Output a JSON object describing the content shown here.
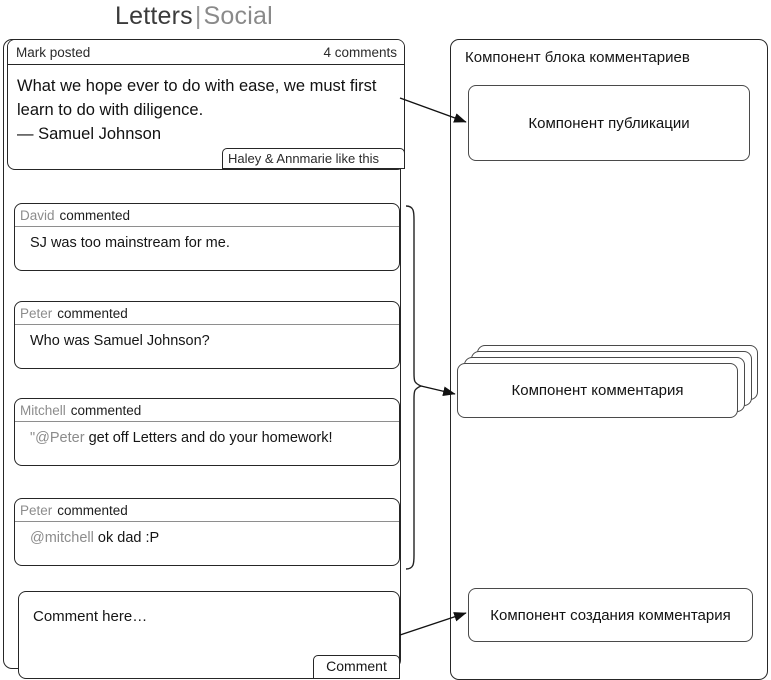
{
  "title": {
    "primary": "Letters",
    "separator": "|",
    "secondary": "Social"
  },
  "post": {
    "author": "Mark posted",
    "comment_count": "4 comments",
    "quote": "What we hope ever to do with ease, we must first learn to do with diligence.",
    "attribution": "— Samuel Johnson",
    "likes": "Haley & Annmarie like this"
  },
  "comments": [
    {
      "name": "David",
      "verb": "commented",
      "mention": "",
      "text": "SJ was too mainstream for me."
    },
    {
      "name": "Peter",
      "verb": "commented",
      "mention": "",
      "text": "Who was Samuel Johnson?"
    },
    {
      "name": "Mitchell",
      "verb": "commented",
      "mention": "\"@Peter",
      "text": "get off Letters and do your homework!"
    },
    {
      "name": "Peter",
      "verb": "commented",
      "mention": "@mitchell",
      "text": "ok dad :P"
    }
  ],
  "compose": {
    "placeholder": "Comment here…",
    "submit_label": "Comment"
  },
  "right_panel": {
    "title": "Компонент блока комментариев",
    "post_component": "Компонент публикации",
    "comment_component": "Компонент комментария",
    "create_comment_component": "Компонент создания комментария"
  },
  "colors": {
    "stroke": "#262626",
    "muted_text": "#8c8c8c",
    "title_primary": "#3b3b3b",
    "title_secondary": "#8a8a8a",
    "panel_stroke": "#4a4a4a"
  }
}
